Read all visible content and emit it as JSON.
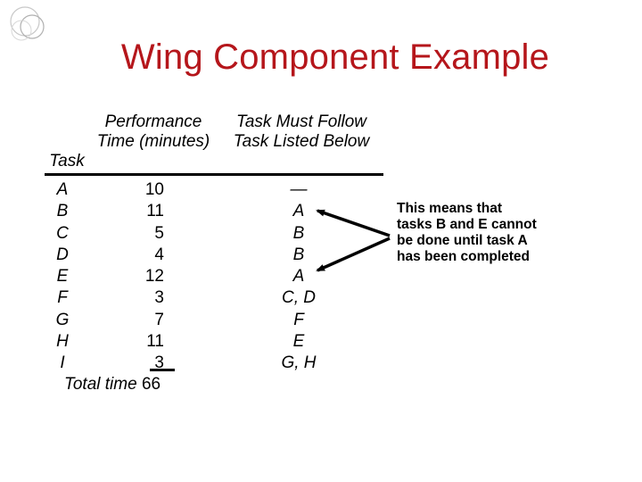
{
  "title": "Wing Component Example",
  "headers": {
    "task": "Task",
    "performance": "Performance Time (minutes)",
    "follow": "Task Must Follow Task Listed Below"
  },
  "rows": [
    {
      "task": "A",
      "time": "10",
      "pred": "—"
    },
    {
      "task": "B",
      "time": "11",
      "pred": "A"
    },
    {
      "task": "C",
      "time": "5",
      "pred": "B"
    },
    {
      "task": "D",
      "time": "4",
      "pred": "B"
    },
    {
      "task": "E",
      "time": "12",
      "pred": "A"
    },
    {
      "task": "F",
      "time": "3",
      "pred": "C, D"
    },
    {
      "task": "G",
      "time": "7",
      "pred": "F"
    },
    {
      "task": "H",
      "time": "11",
      "pred": "E"
    },
    {
      "task": "I",
      "time": "3",
      "pred": "G, H"
    }
  ],
  "total": {
    "label": "Total time",
    "value": "66"
  },
  "note": "This means that tasks B and E cannot be done until task A has been completed",
  "colors": {
    "title": "#b5161b",
    "text": "#000000",
    "background": "#ffffff"
  }
}
